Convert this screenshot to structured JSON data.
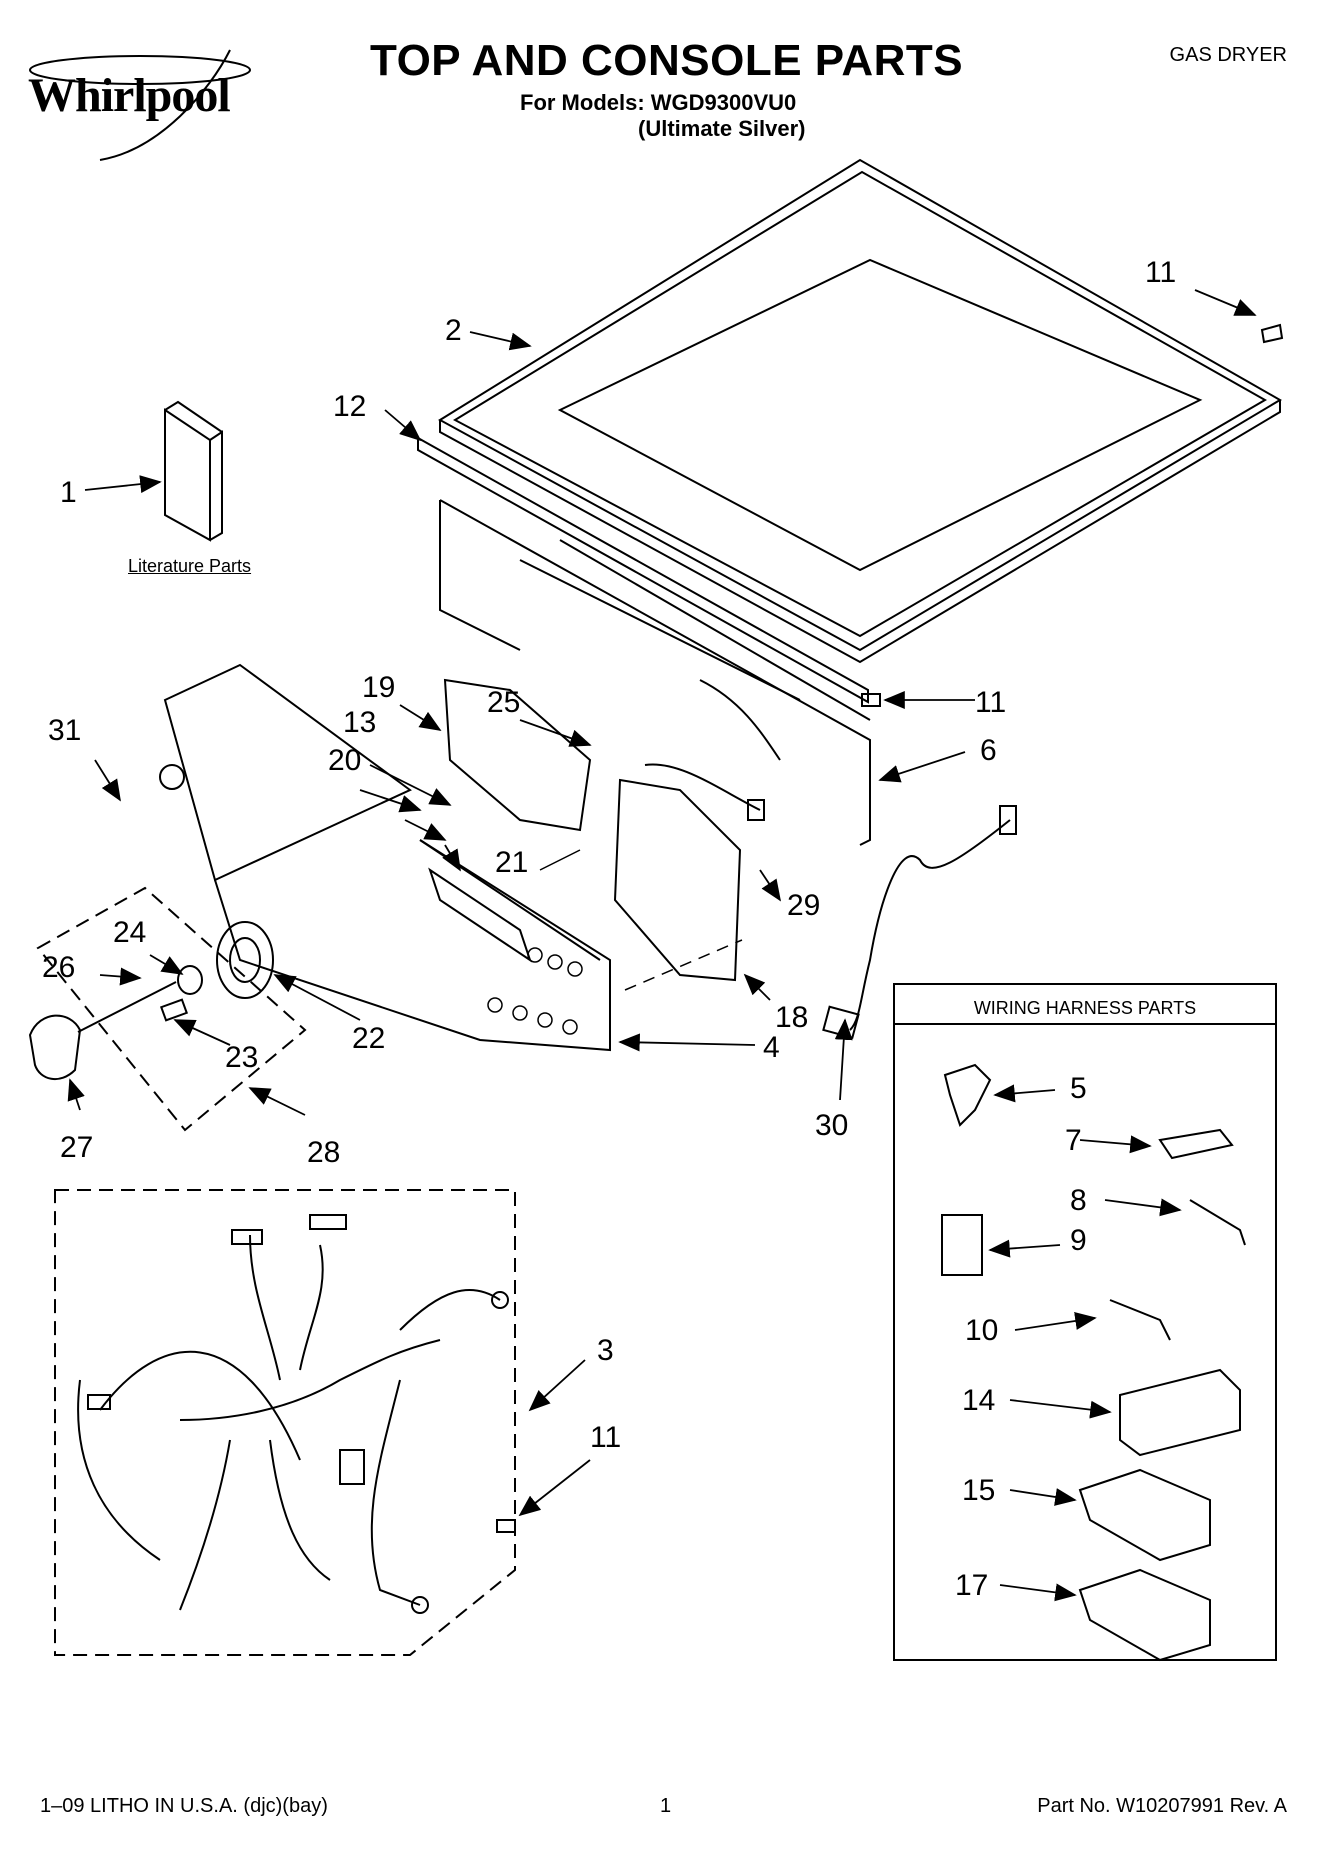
{
  "header": {
    "brand": "Whirlpool",
    "title": "TOP AND CONSOLE PARTS",
    "models_line": "For Models: WGD9300VU0",
    "color_line": "(Ultimate Silver)",
    "appliance_type": "GAS DRYER"
  },
  "labels": {
    "literature_parts": "Literature Parts",
    "wiring_harness_parts": "WIRING HARNESS PARTS"
  },
  "callouts": [
    "1",
    "2",
    "3",
    "4",
    "5",
    "6",
    "7",
    "8",
    "9",
    "10",
    "11",
    "11",
    "11",
    "12",
    "13",
    "14",
    "15",
    "17",
    "18",
    "19",
    "20",
    "21",
    "22",
    "23",
    "24",
    "25",
    "26",
    "27",
    "28",
    "29",
    "30",
    "31"
  ],
  "footer": {
    "litho": "1–09 LITHO IN U.S.A. (djc)(bay)",
    "page": "1",
    "part_no": "Part No. W10207991 Rev. A"
  },
  "colors": {
    "ink": "#000000",
    "paper": "#ffffff"
  }
}
